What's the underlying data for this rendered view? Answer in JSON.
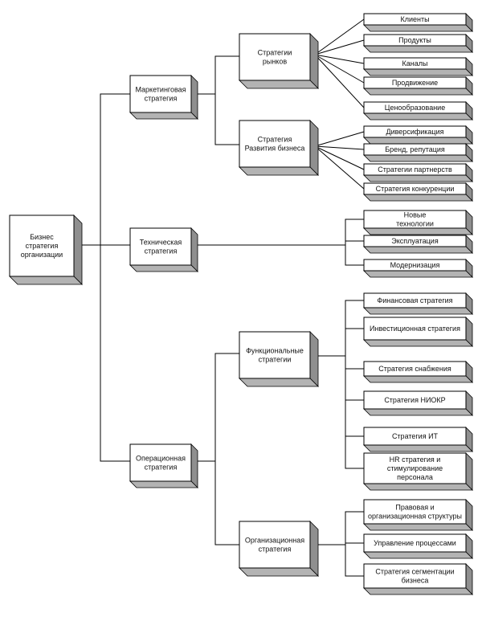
{
  "root": {
    "lines": [
      "Бизнес",
      "стратегия",
      "организации"
    ]
  },
  "level1": {
    "marketing": {
      "lines": [
        "Маркетинговая",
        "стратегия"
      ]
    },
    "technical": {
      "lines": [
        "Техническая",
        "стратегия"
      ]
    },
    "operational": {
      "lines": [
        "Операционная",
        "стратегия"
      ]
    }
  },
  "level2": {
    "markets": {
      "lines": [
        "Стратегии",
        "рынков"
      ]
    },
    "business_dev": {
      "lines": [
        "Стратегия",
        "Развития бизнеса"
      ]
    },
    "functional": {
      "lines": [
        "Функциональные",
        "стратегии"
      ]
    },
    "organizational": {
      "lines": [
        "Организационная",
        "стратегия"
      ]
    }
  },
  "leaves": {
    "markets": [
      {
        "lines": [
          "Клиенты"
        ]
      },
      {
        "lines": [
          "Продукты"
        ]
      },
      {
        "lines": [
          "Каналы"
        ]
      },
      {
        "lines": [
          "Продвижение"
        ]
      },
      {
        "lines": [
          "Ценообразование"
        ]
      }
    ],
    "business_dev": [
      {
        "lines": [
          "Диверсификация"
        ]
      },
      {
        "lines": [
          "Бренд, репутация"
        ]
      },
      {
        "lines": [
          "Стратегии партнерств"
        ]
      },
      {
        "lines": [
          "Стратегия конкуренции"
        ]
      }
    ],
    "technical": [
      {
        "lines": [
          "Новые",
          "технологии"
        ]
      },
      {
        "lines": [
          "Эксплуатация"
        ]
      },
      {
        "lines": [
          "Модернизация"
        ]
      }
    ],
    "functional": [
      {
        "lines": [
          "Финансовая стратегия"
        ]
      },
      {
        "lines": [
          "Инвестиционная стратегия"
        ]
      },
      {
        "lines": [
          "Стратегия снабжения"
        ]
      },
      {
        "lines": [
          "Стратегия НИОКР"
        ]
      },
      {
        "lines": [
          "Стратегия ИТ"
        ]
      },
      {
        "lines": [
          "HR стратегия и",
          "стимулирование",
          "персонала"
        ]
      }
    ],
    "organizational": [
      {
        "lines": [
          "Правовая и",
          "организационная структуры"
        ]
      },
      {
        "lines": [
          "Управление процессами"
        ]
      },
      {
        "lines": [
          "Стратегия сегментации",
          "бизнеса"
        ]
      }
    ]
  }
}
